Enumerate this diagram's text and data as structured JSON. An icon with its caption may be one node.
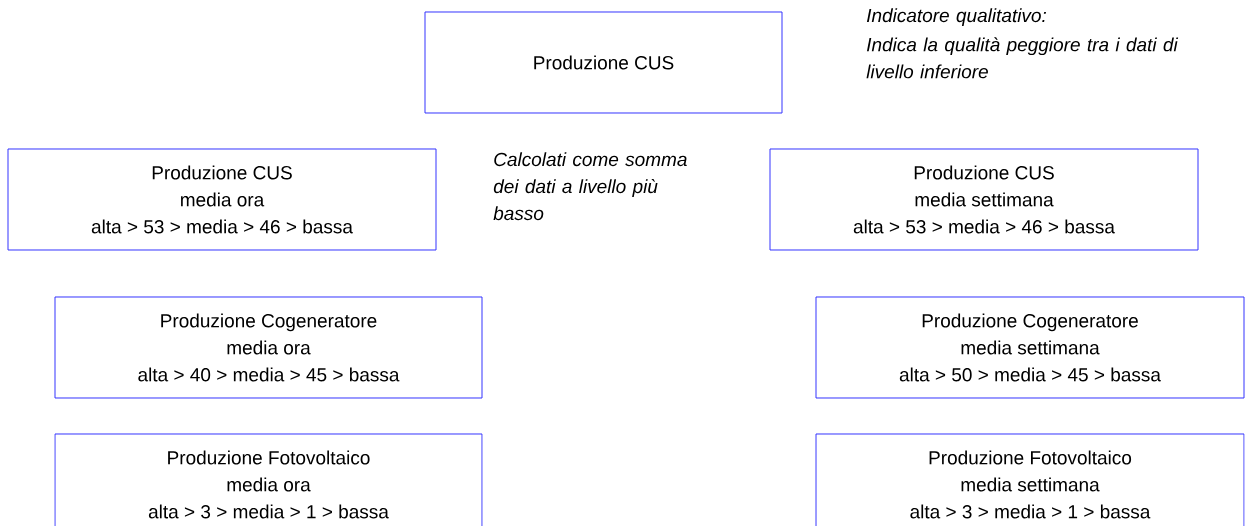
{
  "diagram": {
    "nodes": [
      {
        "text": [
          "Produzione CUS"
        ]
      },
      {
        "text": [
          "Produzione CUS",
          "media ora",
          "alta > 53 > media > 46 > bassa"
        ]
      },
      {
        "text": [
          "Produzione CUS",
          "media settimana",
          "alta > 53 > media > 46 > bassa"
        ]
      },
      {
        "text": [
          "Produzione Cogeneratore",
          "media ora",
          "alta > 40 > media > 45 > bassa"
        ]
      },
      {
        "text": [
          "Produzione Cogeneratore",
          "media settimana",
          "alta > 50 > media > 45 > bassa"
        ]
      },
      {
        "text": [
          "Produzione Fotovoltaico",
          "media ora",
          "alta > 3 > media > 1 > bassa"
        ]
      },
      {
        "text": [
          "Produzione Fotovoltaico",
          "media settimana",
          "alta > 3 > media > 1 > bassa"
        ]
      }
    ],
    "labels": [
      "Indicatore qualitativo:",
      "Indica la qualità peggiore tra i dati di livello inferiore",
      "Calcolati come somma dei dati a livello più basso"
    ]
  }
}
